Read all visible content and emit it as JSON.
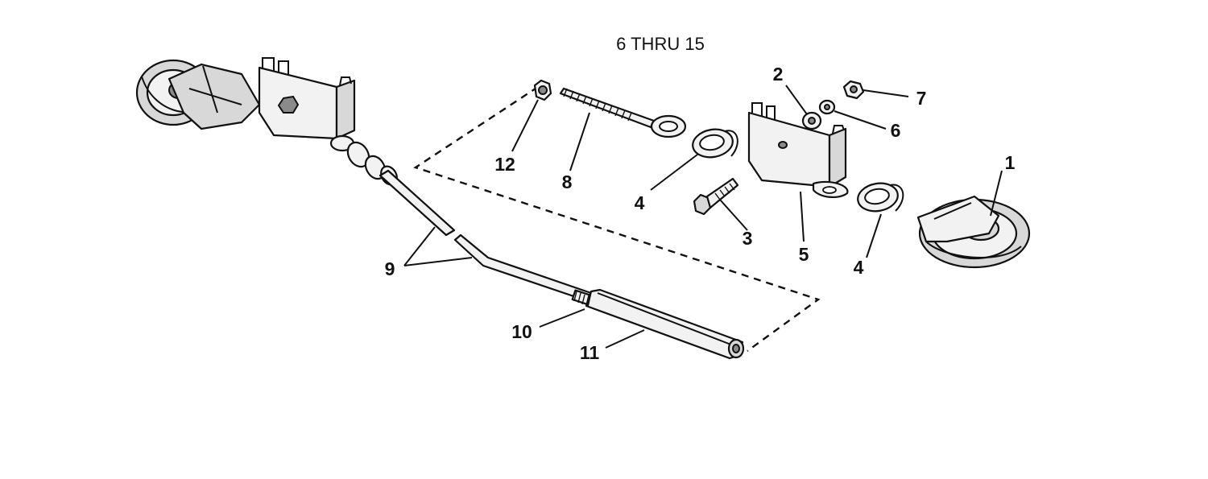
{
  "diagram": {
    "title": "6 THRU 15",
    "callouts": {
      "c1": "1",
      "c2": "2",
      "c3": "3",
      "c4a": "4",
      "c4b": "4",
      "c5": "5",
      "c6": "6",
      "c7": "7",
      "c8": "8",
      "c9": "9",
      "c10": "10",
      "c11": "11",
      "c12": "12"
    }
  }
}
